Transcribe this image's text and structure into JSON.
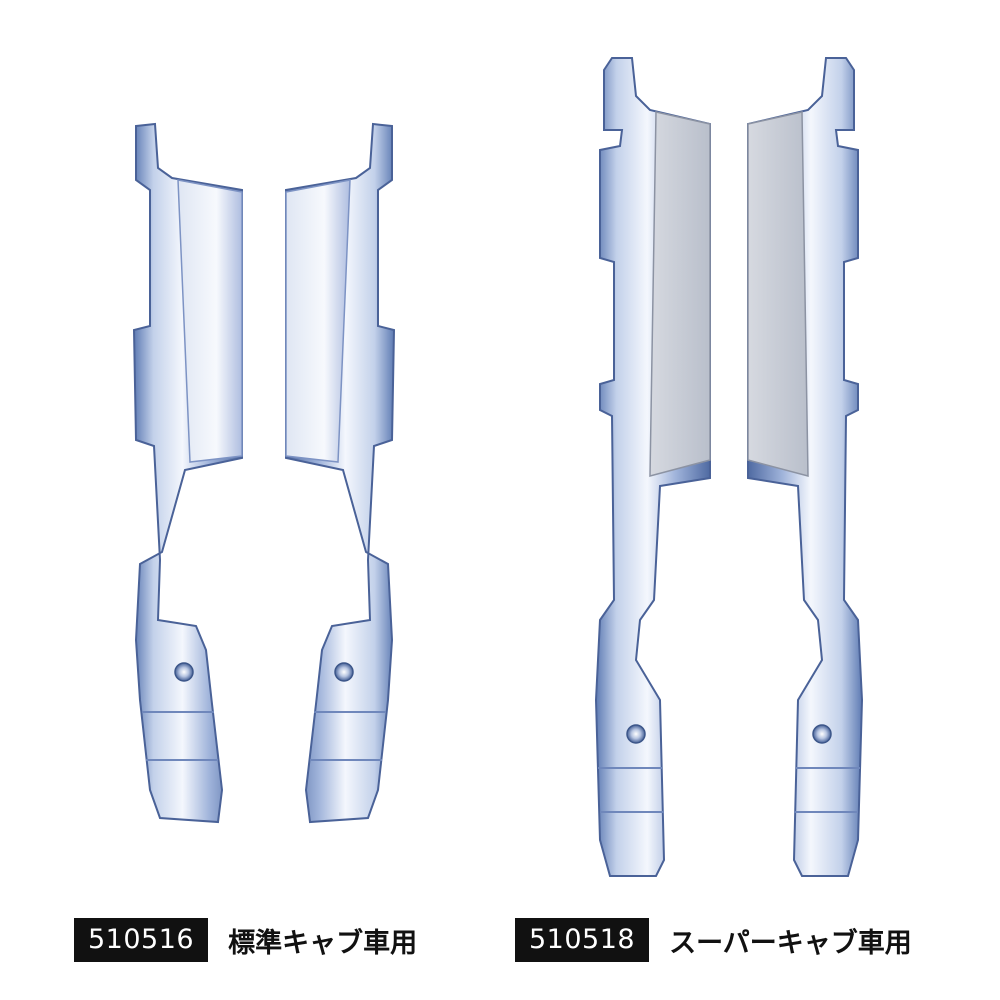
{
  "products": [
    {
      "code": "510516",
      "label": "標準キャブ車用"
    },
    {
      "code": "510518",
      "label": "スーパーキャブ車用"
    }
  ],
  "colors": {
    "chrome_light": "#eef3fb",
    "chrome_mid": "#c3d1ea",
    "chrome_dark": "#5f7cb4",
    "panel_grey": "#c9cdd6",
    "badge_bg": "#111111",
    "badge_text": "#ffffff"
  }
}
